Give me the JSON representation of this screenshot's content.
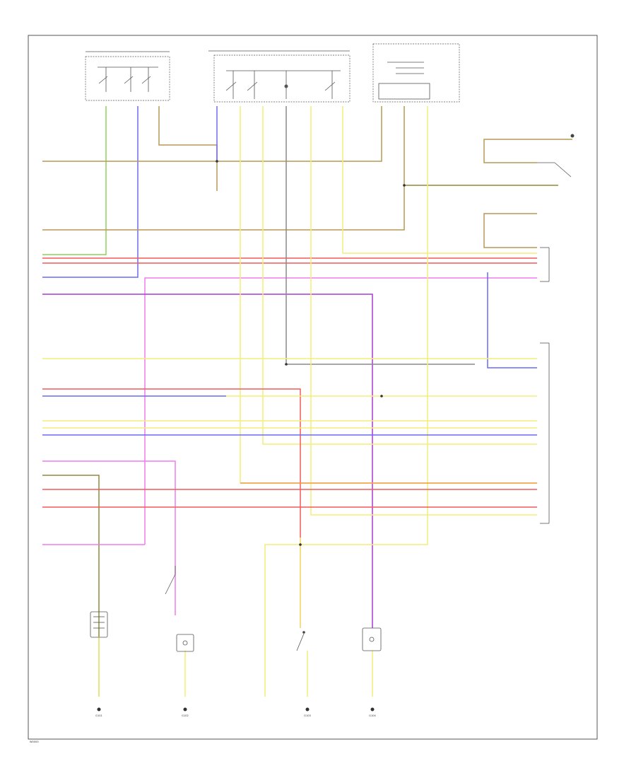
{
  "diagram": {
    "border": "#444444",
    "wire_colors": {
      "yellow": "#f2ee7a",
      "brown": "#b59a56",
      "blue": "#6a6af2",
      "red": "#f25a5a",
      "pink": "#f07af0",
      "violet": "#a93ad4",
      "orange": "#f29a4a",
      "green": "#8ed25a",
      "gray": "#8a8a8a",
      "olive": "#8f8a3a"
    },
    "ground_labels": {
      "g1": "G101",
      "g2": "G102",
      "g3": "G103",
      "g4": "G104"
    },
    "footer_code": "W0000"
  }
}
